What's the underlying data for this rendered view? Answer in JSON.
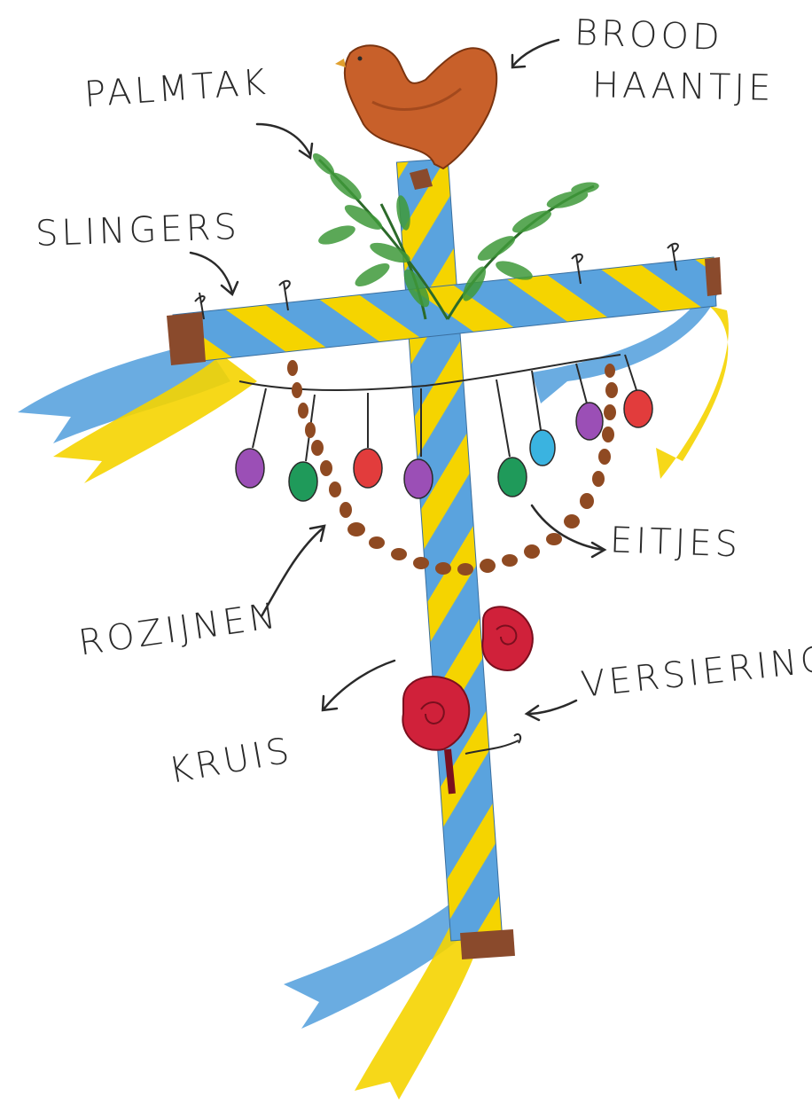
{
  "labels": {
    "palmtak": "PALMTAK",
    "brood": "BROOD",
    "haantje": "HAANTJE",
    "slingers": "SLINGERS",
    "eitjes": "EITJES",
    "rozijnen": "ROZIJNEN",
    "versiering": "VERSIERING",
    "kruis": "KRUIS"
  },
  "colors": {
    "ribbon_blue": "#5aa3de",
    "ribbon_yellow": "#f5d400",
    "wood": "#8a4a2c",
    "bread": "#c8602a",
    "palm_green": "#3f9a3a",
    "raisin": "#8f4a22",
    "rose_red": "#d0213a",
    "egg_purple": "#9b4fb6",
    "egg_green": "#1f9a5a",
    "egg_red": "#e23c3c",
    "egg_blue": "#3ab3e0",
    "ink": "#2a2a2a"
  },
  "icons": {
    "bread_rooster": "bread-rooster-icon",
    "palm_branch": "palm-branch-icon",
    "rose": "rose-icon",
    "egg": "egg-icon",
    "raisin": "raisin-icon"
  }
}
